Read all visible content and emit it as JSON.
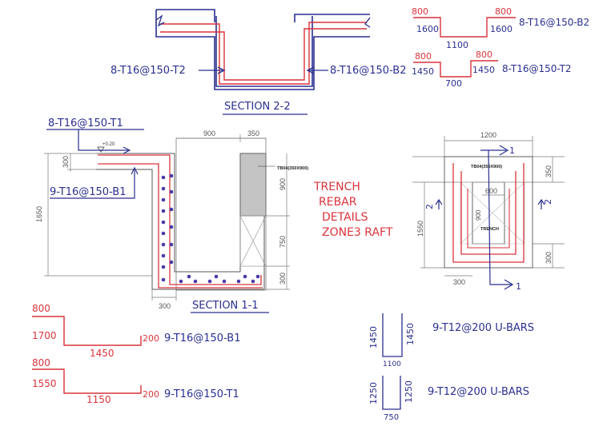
{
  "colors": {
    "ink_blue": "#2a2f8f",
    "ink_red": "#d9343c",
    "cad_gray": "#7a7a7a",
    "column_fill": "#c4c4c4",
    "rebar_dot": "#4a3aa8"
  },
  "section22": {
    "title": "SECTION 2-2",
    "left_label": "8-T16@150-T2",
    "right_label": "8-T16@150-B2"
  },
  "bar_b2": {
    "left": "800",
    "left_drop": "1600",
    "bottom": "1100",
    "right_drop": "1600",
    "right": "800",
    "label": "8-T16@150-B2"
  },
  "bar_t2": {
    "left": "800",
    "left_drop": "1450",
    "bottom": "700",
    "right_drop": "1450",
    "right": "800",
    "label": "8-T16@150-T2"
  },
  "section11": {
    "title": "SECTION 1-1",
    "label_top": "8-T16@150-T1",
    "label_bottom": "9-T16@150-B1",
    "level": "+0.20",
    "dim_top_left": "900",
    "dim_top_right": "350",
    "dim_left_1650": "1650",
    "dim_left_300": "300",
    "dim_right_900": "900",
    "dim_right_750": "750",
    "dim_right_300": "300",
    "dim_bottom_300": "300",
    "column_tag": "TB04(350X900)"
  },
  "notes": {
    "line1": "TRENCH",
    "line2": "REBAR",
    "line3": "DETAILS",
    "line4": "ZONE3 RAFT"
  },
  "plan": {
    "dim_top": "1200",
    "dim_inner": "600",
    "dim_right_350": "350",
    "dim_right_300": "300",
    "dim_left": "1550",
    "dim_bottom": "300",
    "dim_900": "900",
    "column_tag": "TB04(350X900)",
    "trench_label": "TRENCH",
    "mark_1": "1",
    "mark_2": "2"
  },
  "bar_b1": {
    "top": "800",
    "drop": "1700",
    "bottom": "1450",
    "end": "200",
    "label": "9-T16@150-B1"
  },
  "bar_t1": {
    "top": "800",
    "drop": "1550",
    "bottom": "1150",
    "end": "200",
    "label": "9-T16@150-T1"
  },
  "ubar1": {
    "left": "1450",
    "right": "1450",
    "bottom": "1100",
    "label": "9-T12@200 U-BARS"
  },
  "ubar2": {
    "left": "1250",
    "right": "1250",
    "bottom": "750",
    "label": "9-T12@200 U-BARS"
  }
}
